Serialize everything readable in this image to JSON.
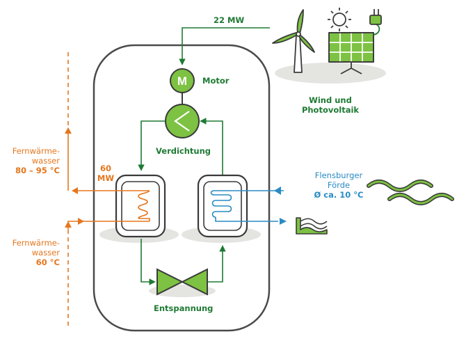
{
  "labels": {
    "power_in": "22 MW",
    "motor": "Motor",
    "motor_letter": "M",
    "compressor": "Verdichtung",
    "expansion": "Entspannung",
    "heat_out_mw": "60",
    "heat_out_unit": "MW",
    "wind_solar_1": "Wind und",
    "wind_solar_2": "Photovoltaik",
    "dh_supply_1": "Fernwärme-",
    "dh_supply_2": "wasser",
    "dh_supply_temp": "80 – 95 °C",
    "dh_return_1": "Fernwärme-",
    "dh_return_2": "wasser",
    "dh_return_temp": "60 °C",
    "source_1": "Flensburger",
    "source_2": "Förde",
    "source_temp": "Ø ca. 10 °C"
  },
  "colors": {
    "green": "#1e7a33",
    "light_green": "#7dc242",
    "orange": "#e5761d",
    "blue": "#2a8bc4",
    "outline": "#3a3a3a",
    "shadow": "#e4e4e1"
  }
}
